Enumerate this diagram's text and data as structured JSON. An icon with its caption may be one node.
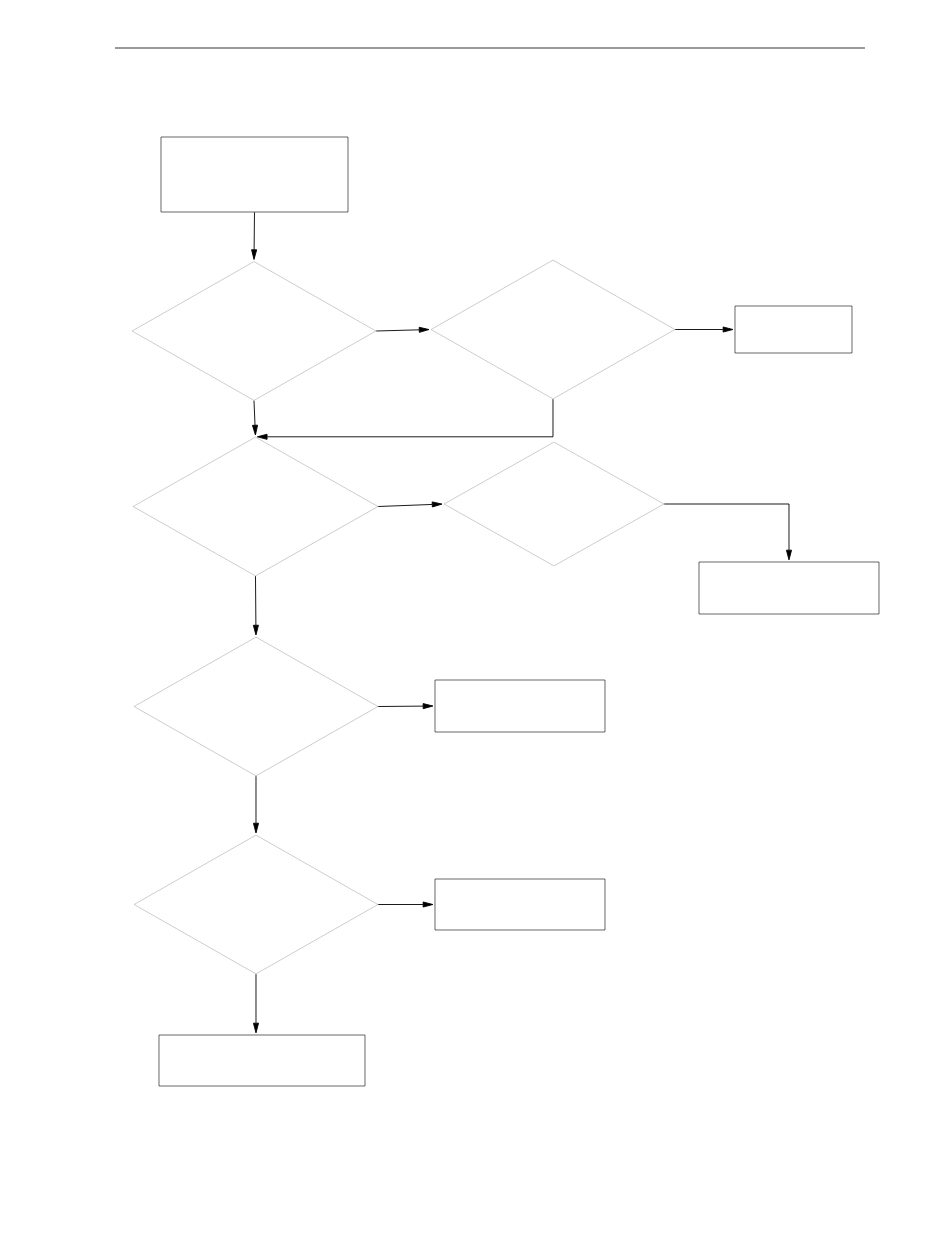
{
  "diagram": {
    "nodes": [
      {
        "text": [],
        "shape": "box"
      },
      {
        "text": [],
        "shape": "diamond"
      },
      {
        "text": [],
        "shape": "diamond"
      },
      {
        "text": [],
        "shape": "box"
      },
      {
        "text": [],
        "shape": "diamond"
      },
      {
        "text": [],
        "shape": "diamond"
      },
      {
        "text": [],
        "shape": "box"
      },
      {
        "text": [],
        "shape": "diamond"
      },
      {
        "text": [],
        "shape": "box"
      },
      {
        "text": [],
        "shape": "diamond"
      },
      {
        "text": [],
        "shape": "box"
      },
      {
        "text": [],
        "shape": "box"
      }
    ],
    "edges": [
      {
        "from": 0,
        "to": 1,
        "arrow": "to"
      },
      {
        "from": 1,
        "to": 2,
        "arrow": "to"
      },
      {
        "from": 2,
        "to": 3,
        "arrow": "to"
      },
      {
        "from": 1,
        "to": 4,
        "arrow": "to"
      },
      {
        "from": 2,
        "to": 4,
        "arrow": "to"
      },
      {
        "from": 4,
        "to": 5,
        "arrow": "to"
      },
      {
        "from": 5,
        "to": 6,
        "arrow": "to"
      },
      {
        "from": 4,
        "to": 7,
        "arrow": "to"
      },
      {
        "from": 7,
        "to": 8,
        "arrow": "to"
      },
      {
        "from": 7,
        "to": 9,
        "arrow": "to"
      },
      {
        "from": 9,
        "to": 10,
        "arrow": "to"
      },
      {
        "from": 9,
        "to": 11,
        "arrow": "to"
      }
    ]
  }
}
